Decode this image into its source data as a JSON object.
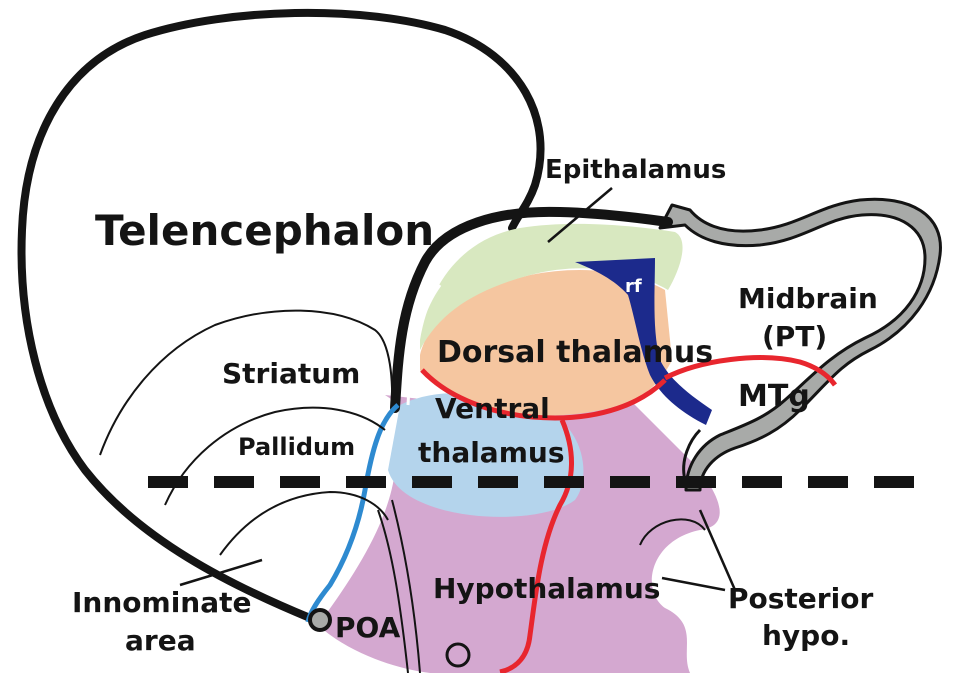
{
  "labels": {
    "telencephalon": "Telencephalon",
    "epithalamus": "Epithalamus",
    "midbrain": "Midbrain",
    "pt": "(PT)",
    "striatum": "Striatum",
    "dorsal_thalamus": "Dorsal thalamus",
    "pallidum": "Pallidum",
    "ventral": "Ventral",
    "thalamus": "thalamus",
    "mtg": "MTg",
    "rf": "rf",
    "innominate": "Innominate",
    "area": "area",
    "poa": "POA",
    "hypothalamus": "Hypothalamus",
    "posterior": "Posterior",
    "hypo": "hypo."
  },
  "colors": {
    "outline": "#141414",
    "epithalamus_fill": "#d8e8c0",
    "dorsal_thalamus_fill": "#f5c6a0",
    "ventral_thalamus_fill": "#b4d4ec",
    "hypothalamus_fill": "#d4a8d0",
    "midbrain_wall": "#a8aaa8",
    "rf_fill": "#1c2a8c",
    "boundary_red": "#e8262e",
    "boundary_blue": "#2e8ad0"
  }
}
